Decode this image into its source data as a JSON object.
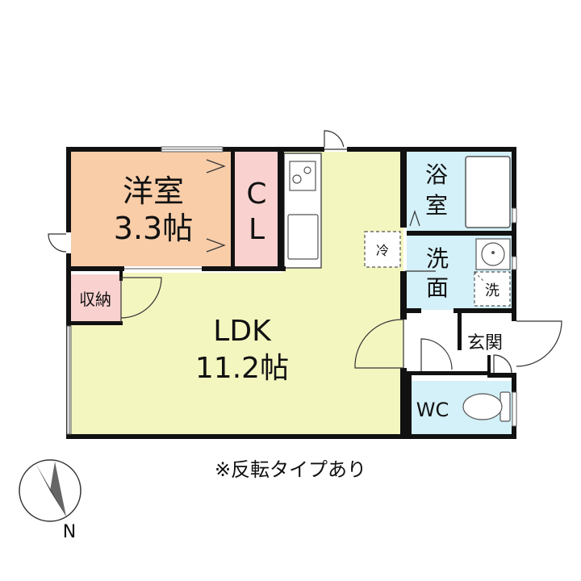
{
  "colors": {
    "western_room": "#f8cda8",
    "closet": "#f9d2d0",
    "ldk": "#f4f6c0",
    "wet_area": "#d4f0f8",
    "wall": "#111111",
    "fixture_line": "#555555"
  },
  "rooms": {
    "western": {
      "name": "洋室",
      "size": "3.3帖"
    },
    "closet": {
      "line1": "C",
      "line2": "L"
    },
    "storage": {
      "name": "収納"
    },
    "ldk": {
      "name": "LDK",
      "size": "11.2帖"
    },
    "bath": {
      "line1": "浴",
      "line2": "室"
    },
    "washroom": {
      "line1": "洗",
      "line2": "面"
    },
    "entrance": {
      "name": "玄関"
    },
    "toilet": {
      "name": "WC"
    }
  },
  "fixtures": {
    "fridge": "冷",
    "washer": "洗"
  },
  "note": "※反転タイプあり",
  "compass": {
    "label": "N"
  }
}
